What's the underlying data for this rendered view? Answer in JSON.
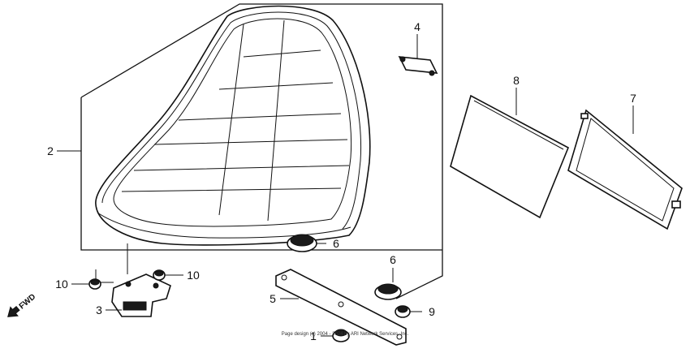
{
  "callouts": {
    "c1": "1",
    "c2": "2",
    "c3": "3",
    "c4": "4",
    "c5": "5",
    "c6a": "6",
    "c6b": "6",
    "c7": "7",
    "c8": "8",
    "c9": "9",
    "c10a": "10",
    "c10b": "10"
  },
  "direction_label": "FWD",
  "copyright": "Page design (c) 2004 - 2024 by ARI Network Services, Inc."
}
